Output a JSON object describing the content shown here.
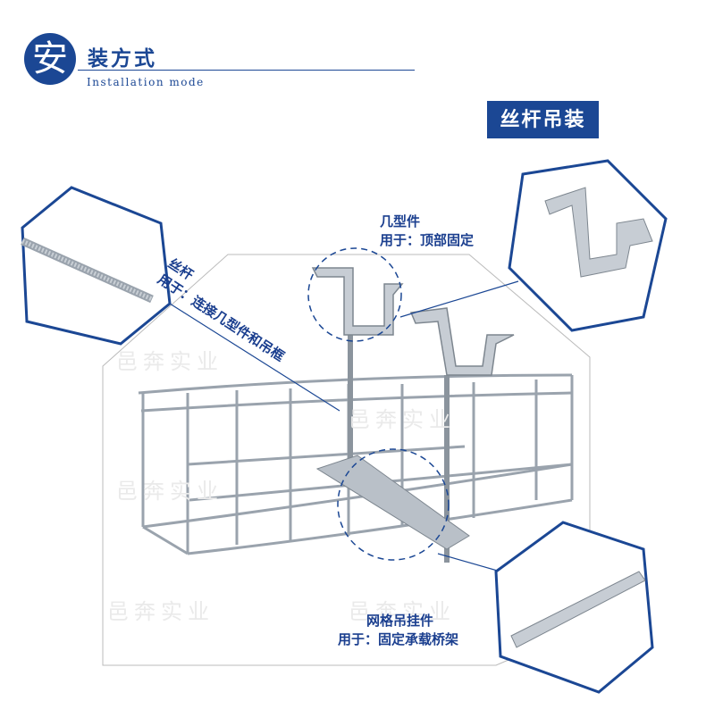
{
  "header": {
    "badge_char": "安",
    "title": "装方式",
    "subtitle": "Installation mode"
  },
  "tag_label": "丝杆吊装",
  "callouts": {
    "rod": {
      "name": "丝杆",
      "usage": "用于：连接几型件和吊框"
    },
    "bracket": {
      "name": "几型件",
      "usage": "用于：顶部固定"
    },
    "hanger": {
      "name": "网格吊挂件",
      "usage": "用于：固定承载桥架"
    }
  },
  "watermark": "邑奔实业",
  "colors": {
    "brand": "#1b4794"
  }
}
